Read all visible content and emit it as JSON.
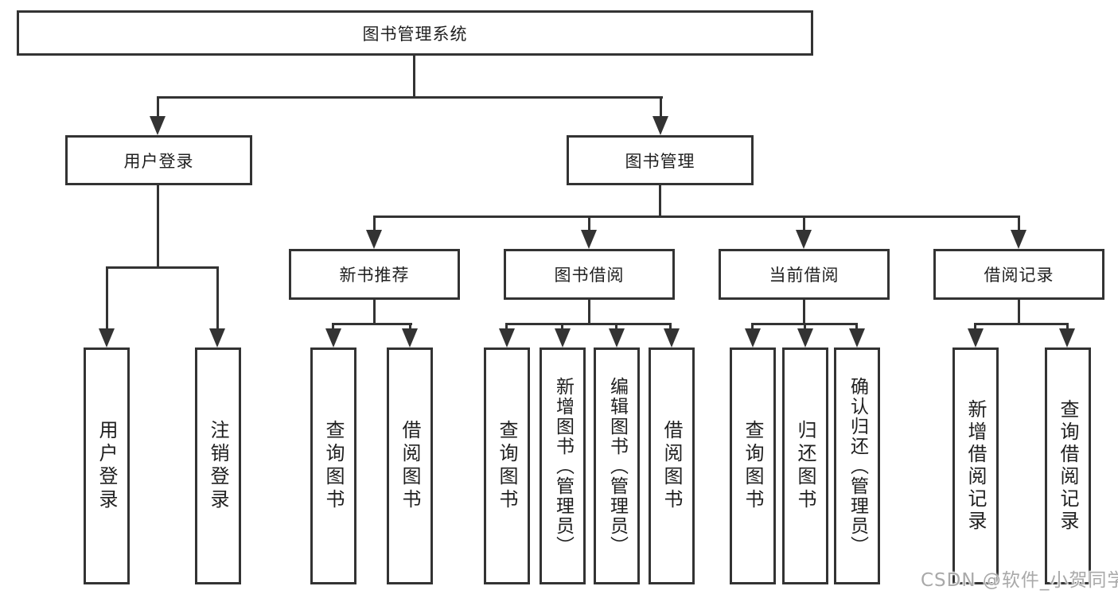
{
  "diagram": {
    "root": {
      "label": "图书管理系统"
    },
    "level2": [
      {
        "label": "用户登录"
      },
      {
        "label": "图书管理"
      }
    ],
    "level3": [
      {
        "label": "新书推荐"
      },
      {
        "label": "图书借阅"
      },
      {
        "label": "当前借阅"
      },
      {
        "label": "借阅记录"
      }
    ],
    "leaves": [
      {
        "label": "用户登录"
      },
      {
        "label": "注销登录"
      },
      {
        "label": "查询图书"
      },
      {
        "label": "借阅图书"
      },
      {
        "label": "查询图书"
      },
      {
        "label": "新增图书（管理员）"
      },
      {
        "label": "编辑图书（管理员）"
      },
      {
        "label": "借阅图书"
      },
      {
        "label": "查询图书"
      },
      {
        "label": "归还图书"
      },
      {
        "label": "确认归还（管理员）"
      },
      {
        "label": "新增借阅记录"
      },
      {
        "label": "查询借阅记录"
      }
    ]
  },
  "watermark": {
    "text": "CSDN @软件_小贺同学"
  },
  "colors": {
    "line": "#333333",
    "text": "#1f1f1f",
    "box_background": "#ffffff",
    "page_background": "#ffffff",
    "watermark": "#a9a9a9"
  }
}
